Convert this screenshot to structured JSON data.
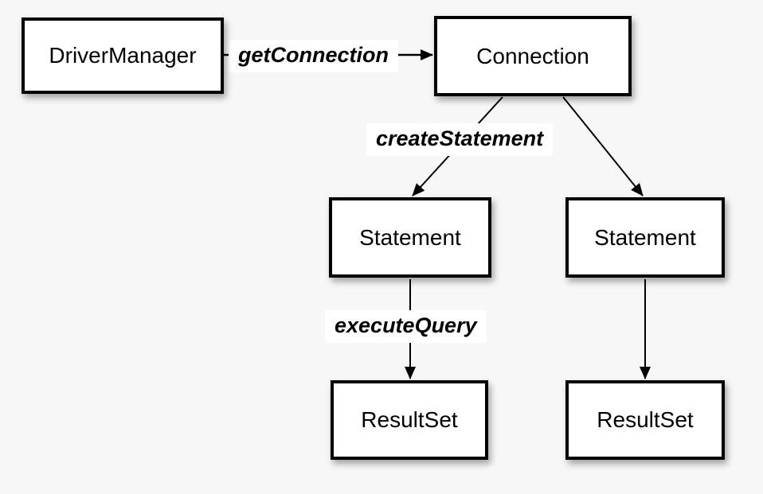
{
  "canvas": {
    "background": "#f7f7f7",
    "node_fill": "#ffffff",
    "stroke": "#000000"
  },
  "nodes": {
    "driver_manager": {
      "label": "DriverManager"
    },
    "connection": {
      "label": "Connection"
    },
    "statement_left": {
      "label": "Statement"
    },
    "statement_right": {
      "label": "Statement"
    },
    "resultset_left": {
      "label": "ResultSet"
    },
    "resultset_right": {
      "label": "ResultSet"
    }
  },
  "edge_labels": {
    "get_connection": {
      "label": "getConnection"
    },
    "create_statement": {
      "label": "createStatement"
    },
    "execute_query": {
      "label": "executeQuery"
    }
  }
}
